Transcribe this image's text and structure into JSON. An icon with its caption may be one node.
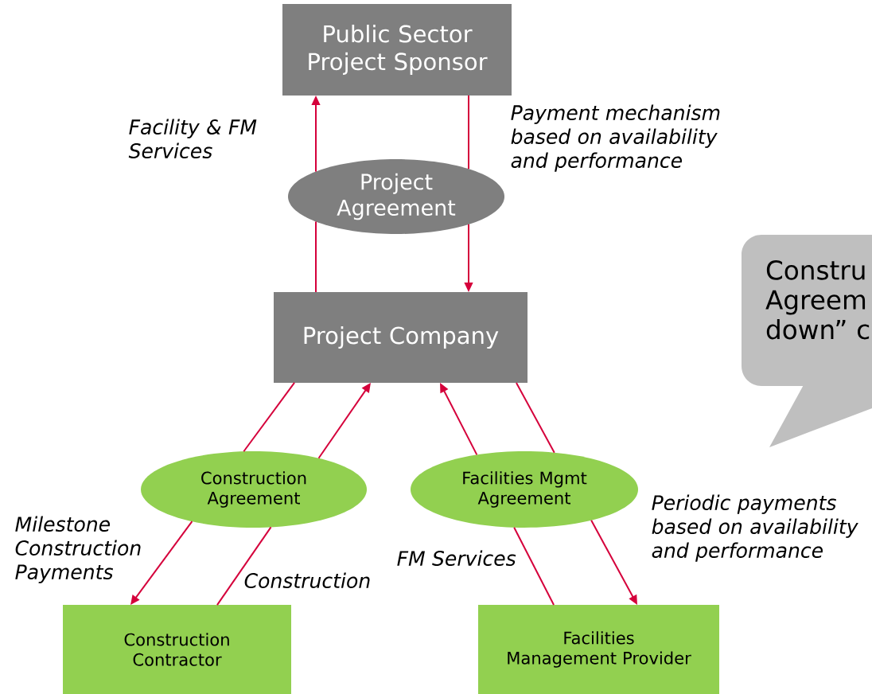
{
  "diagram": {
    "nodes": [
      {
        "text": [
          "Public Sector Project Sponsor"
        ]
      },
      {
        "text": [
          "Project Agreement"
        ]
      },
      {
        "text": [
          "Project Company"
        ]
      },
      {
        "text": [
          "Construction Agreement"
        ]
      },
      {
        "text": [
          "Facilities Mgmt Agreement"
        ]
      },
      {
        "text": [
          "Construction Contractor"
        ]
      },
      {
        "text": [
          "Facilities Management Provider"
        ]
      },
      {
        "text": [
          "Constru Agreem down” c"
        ]
      }
    ],
    "edges": [
      {
        "from": 2,
        "to": 1,
        "arrow": "none"
      },
      {
        "from": 1,
        "to": 0,
        "arrow": "to",
        "label": "Facility & FM Services"
      },
      {
        "from": 0,
        "to": 1,
        "arrow": "none",
        "label": "Payment mechanism based on availability and performance"
      },
      {
        "from": 1,
        "to": 2,
        "arrow": "to"
      },
      {
        "from": 2,
        "to": 3,
        "arrow": "none"
      },
      {
        "from": 3,
        "to": 5,
        "arrow": "to",
        "label": "Milestone Construction Payments"
      },
      {
        "from": 5,
        "to": 3,
        "arrow": "none",
        "label": "Construction"
      },
      {
        "from": 3,
        "to": 2,
        "arrow": "to"
      },
      {
        "from": 6,
        "to": 4,
        "arrow": "none",
        "label": "FM Services"
      },
      {
        "from": 4,
        "to": 2,
        "arrow": "to"
      },
      {
        "from": 2,
        "to": 4,
        "arrow": "none"
      },
      {
        "from": 4,
        "to": 6,
        "arrow": "to",
        "label": "Periodic payments based on availability and performance"
      }
    ]
  }
}
